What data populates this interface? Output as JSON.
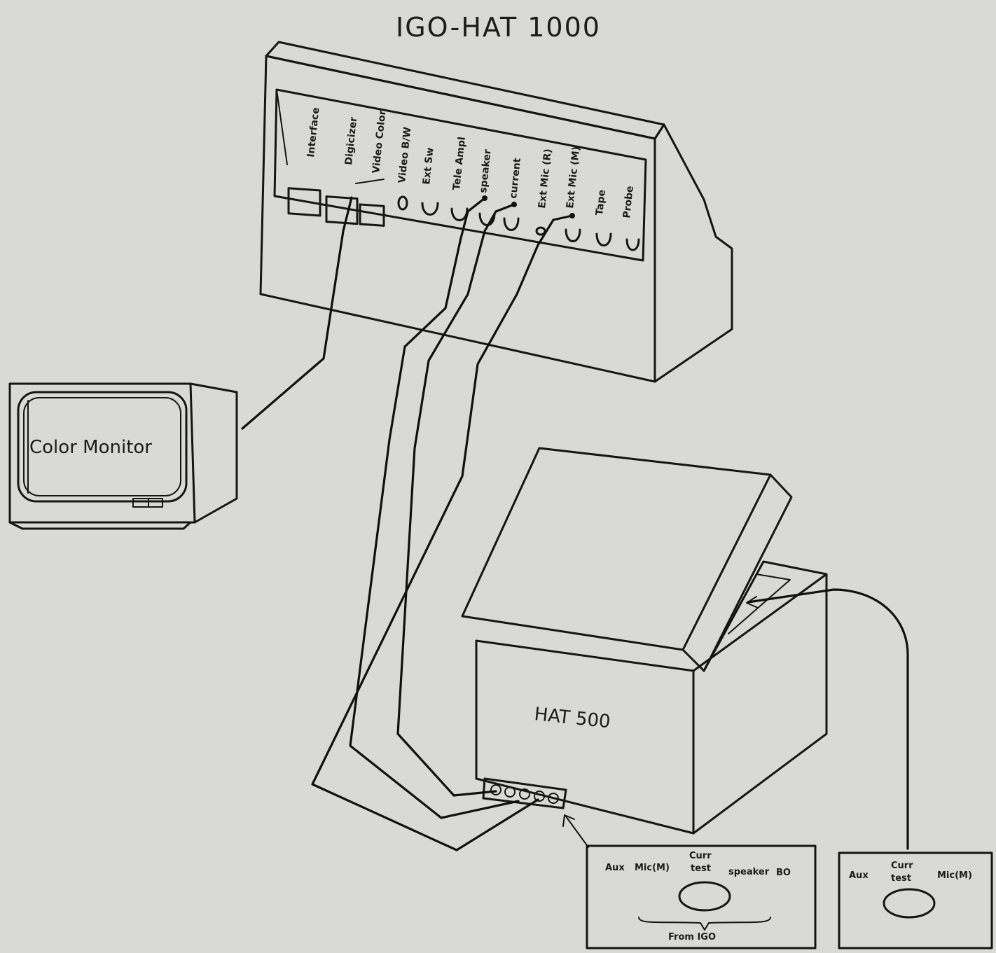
{
  "title": "IGO-HAT 1000",
  "igo_unit": {
    "port_labels": [
      "Interface",
      "Digicizer",
      "Video Color",
      "Video B/W",
      "Ext Sw",
      "Tele Ampl",
      "speaker",
      "current",
      "Ext Mic (R)",
      "Ext Mic (M)",
      "Tape",
      "Probe"
    ]
  },
  "monitor": {
    "label": "Color Monitor"
  },
  "hat_unit": {
    "label": "HAT 500"
  },
  "panel_left": {
    "labels": [
      "Aux",
      "Mic(M)",
      "Curr",
      "test",
      "speaker",
      "BO"
    ],
    "caption": "From IGO"
  },
  "panel_right": {
    "labels": [
      "Aux",
      "Curr",
      "test",
      "Mic(M)"
    ]
  }
}
